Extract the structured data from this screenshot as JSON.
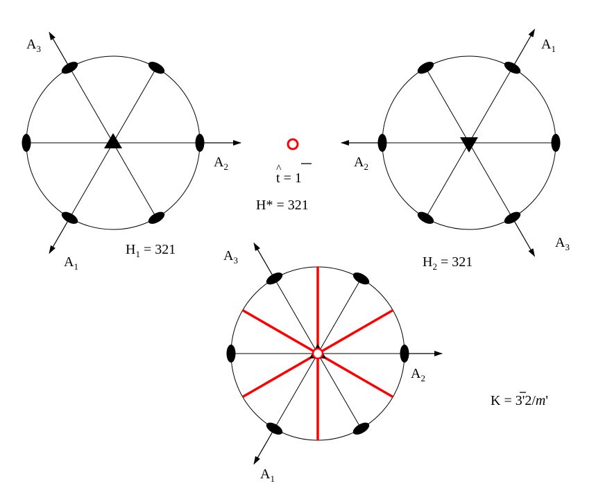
{
  "colors": {
    "line": "#000000",
    "accent": "#ff0000"
  },
  "diagrams": {
    "h1": {
      "label_main": "H",
      "label_sub": "1",
      "label_rest": " = 321",
      "symbol": "triangle-up"
    },
    "h2": {
      "label_main": "H",
      "label_sub": "2",
      "label_rest": " = 321",
      "symbol": "triangle-down"
    },
    "k": {
      "label_prefix": "K = ",
      "label_bar": "3",
      "label_mid": "'2/",
      "label_m": "m",
      "label_end": "'"
    }
  },
  "center": {
    "operator_hat": "^",
    "operator_t": "t",
    "operator_eq": " = ",
    "operator_val": "1",
    "hstar": "H* = 321"
  },
  "axes": {
    "a": "A",
    "s1": "1",
    "s2": "2",
    "s3": "3"
  }
}
